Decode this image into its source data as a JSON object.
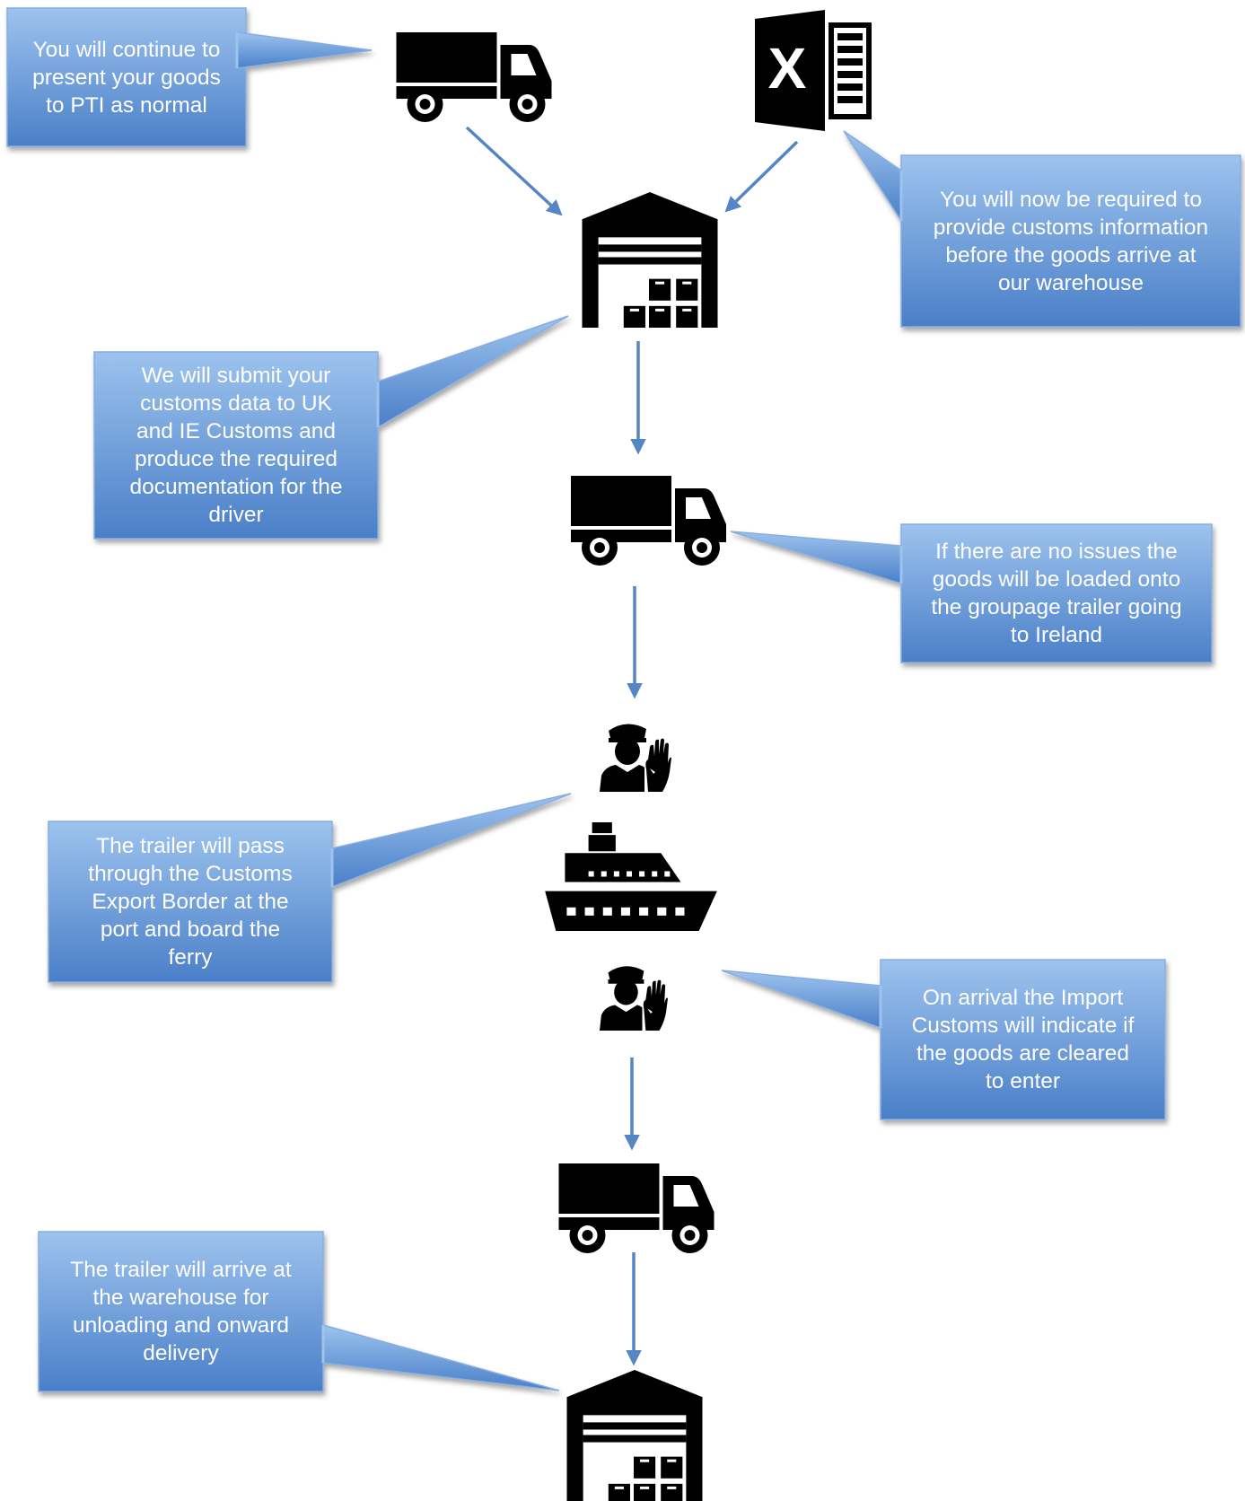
{
  "colors": {
    "callout_top": "#9dc3ee",
    "callout_bottom": "#4a7fc8",
    "callout_border": "#87aee0",
    "arrow": "#5585c5",
    "icon": "#000000"
  },
  "icons": [
    "truck-icon",
    "excel-icon",
    "warehouse-icon",
    "customs-officer-icon",
    "ferry-icon"
  ],
  "callouts": {
    "pti": "You will continue to\npresent your goods\nto PTI as normal",
    "customs_info": "You will now be required to\nprovide customs information\nbefore the goods arrive at\nour warehouse",
    "submit": "We will submit your\ncustoms data to UK\nand IE Customs and\nproduce the required\ndocumentation for the\ndriver",
    "loaded": "If there are no issues the\ngoods will be loaded onto\nthe groupage trailer going\nto Ireland",
    "export_border": "The trailer will pass\nthrough the Customs\nExport Border at the\nport and board the\nferry",
    "import": "On arrival the Import\nCustoms will indicate if\nthe goods are cleared\nto enter",
    "arrive": "The trailer will arrive at\nthe warehouse for\nunloading and onward\ndelivery"
  }
}
